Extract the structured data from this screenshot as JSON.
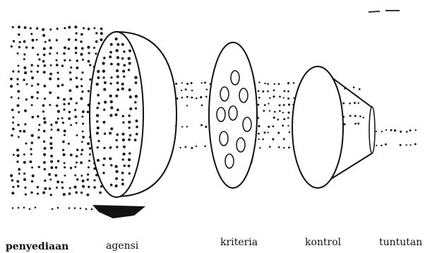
{
  "labels": {
    "penyediaan": "penyediaan",
    "agensi": "agensi",
    "kriteria": "kriteria",
    "kontrol": "kontrol",
    "tuntutan": "tuntutan"
  }
}
